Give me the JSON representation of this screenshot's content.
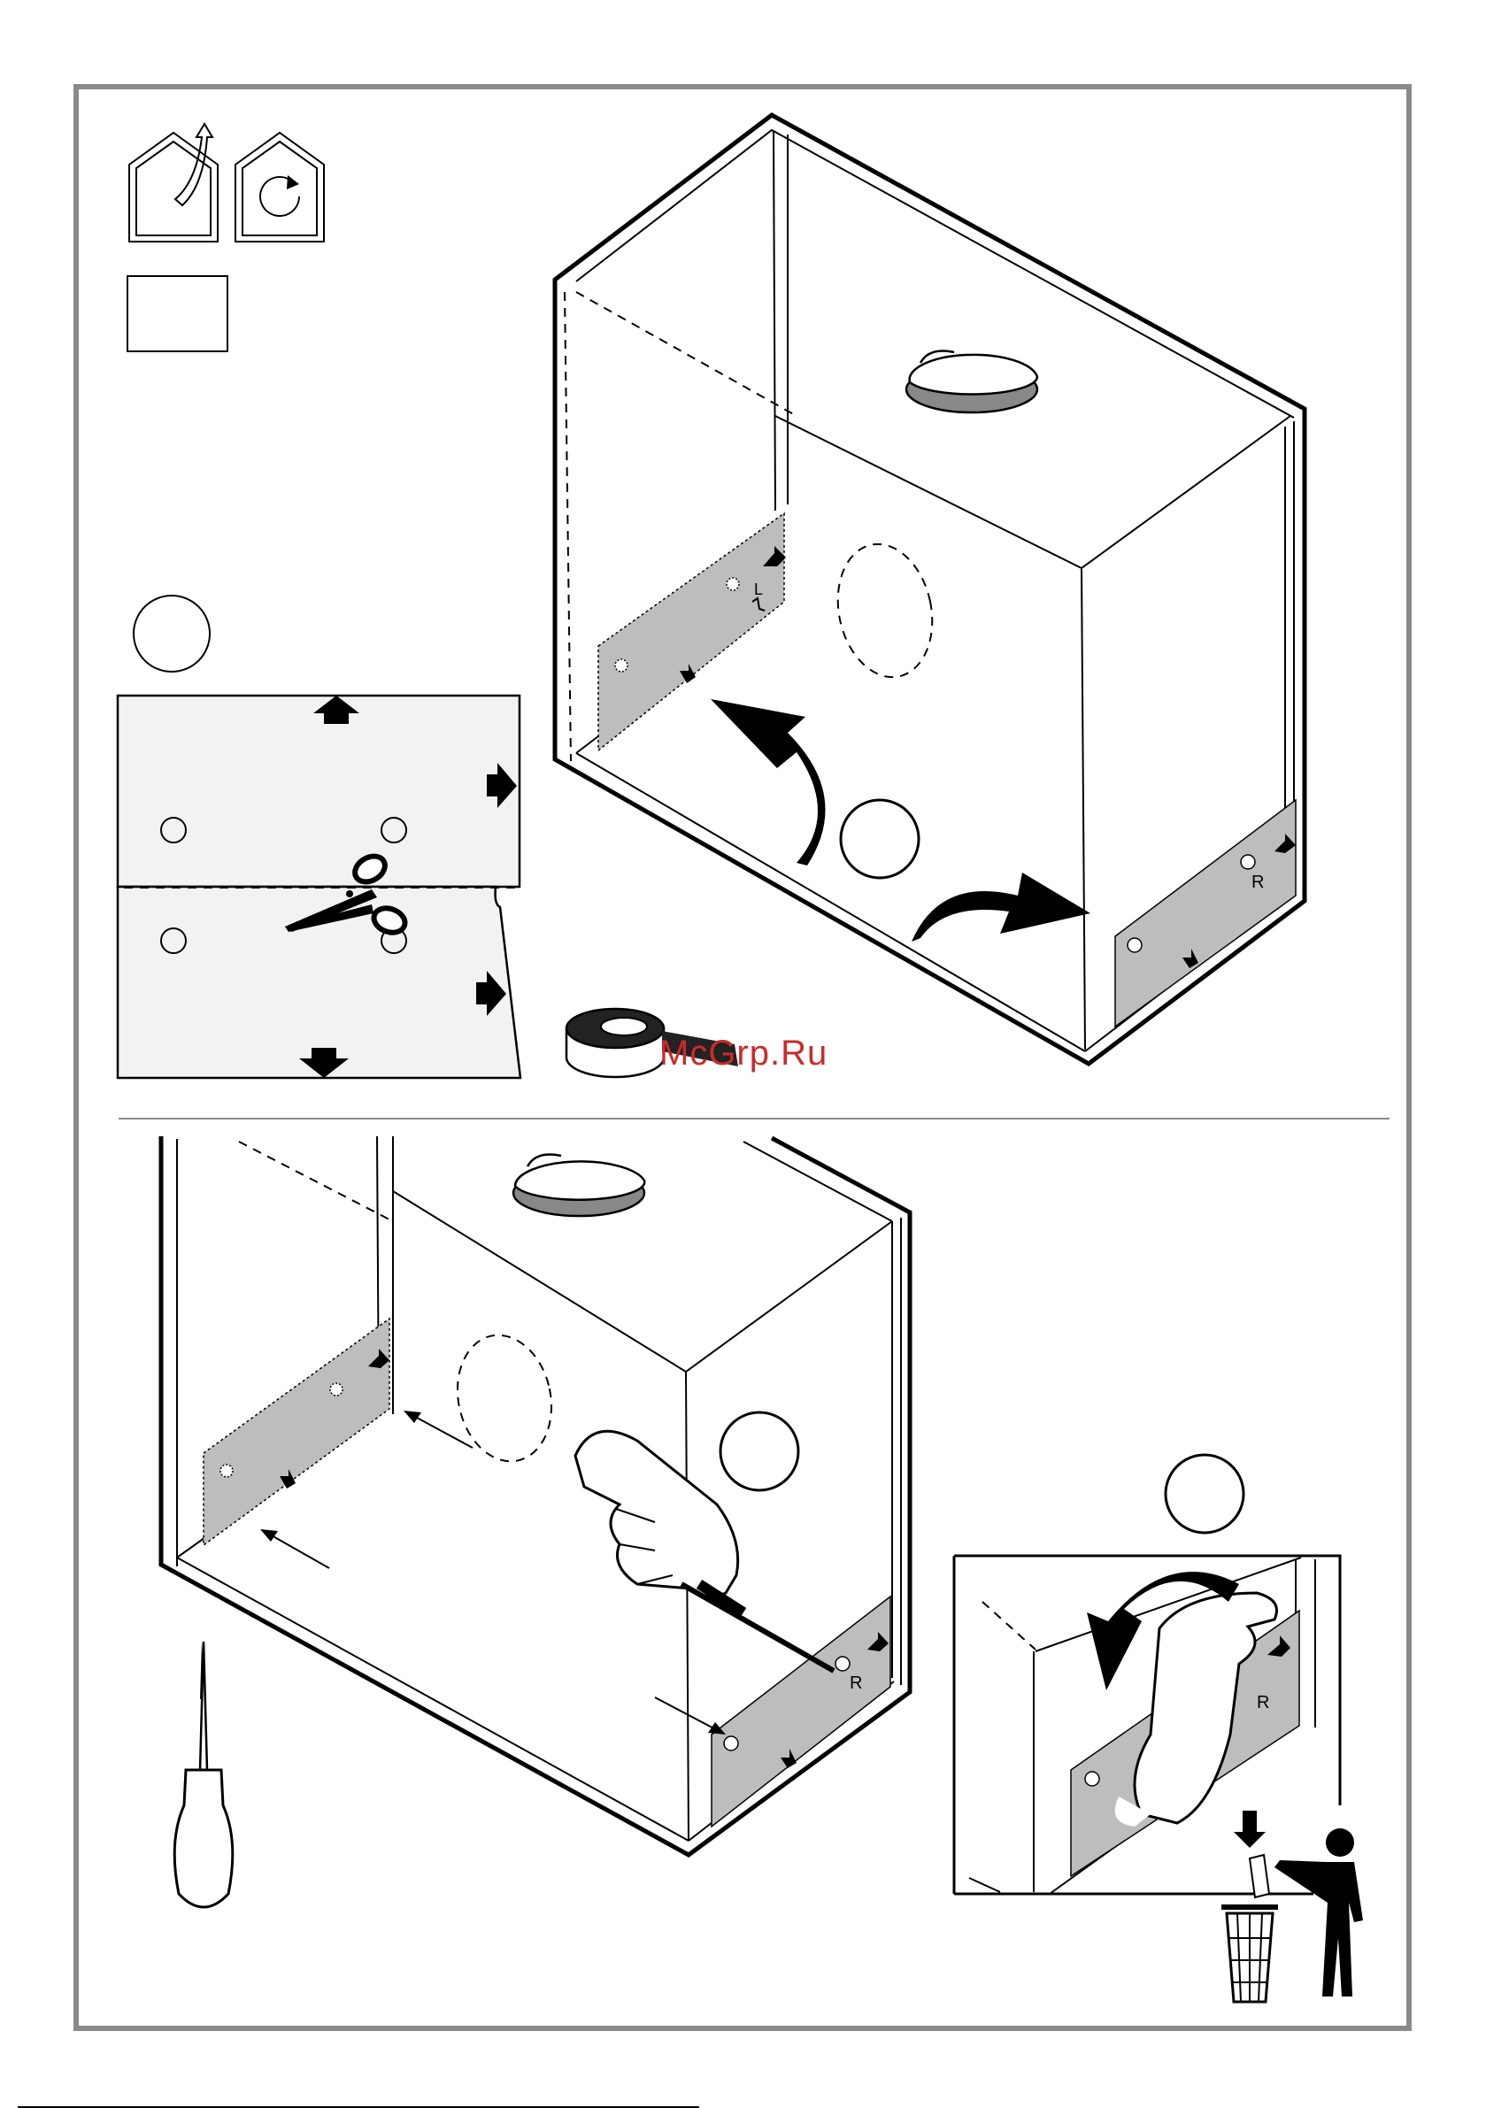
{
  "watermark": {
    "text": "McGrp.Ru",
    "color": "#cc2a2a"
  },
  "panel_labels": {
    "r_right": "R",
    "l_left": "L"
  },
  "colors": {
    "border": "#8a8a8a",
    "filter_grey": "#bdbdbd",
    "ink": "#000000",
    "watermark": "#cc2a2a"
  },
  "icons": [
    "ducted-mode-icon",
    "recirculation-mode-icon",
    "scissors-icon",
    "adhesive-tape-roll-icon",
    "screwdriver-icon",
    "gloved-hand-icon",
    "waste-bin-icon",
    "person-disposing-icon"
  ]
}
